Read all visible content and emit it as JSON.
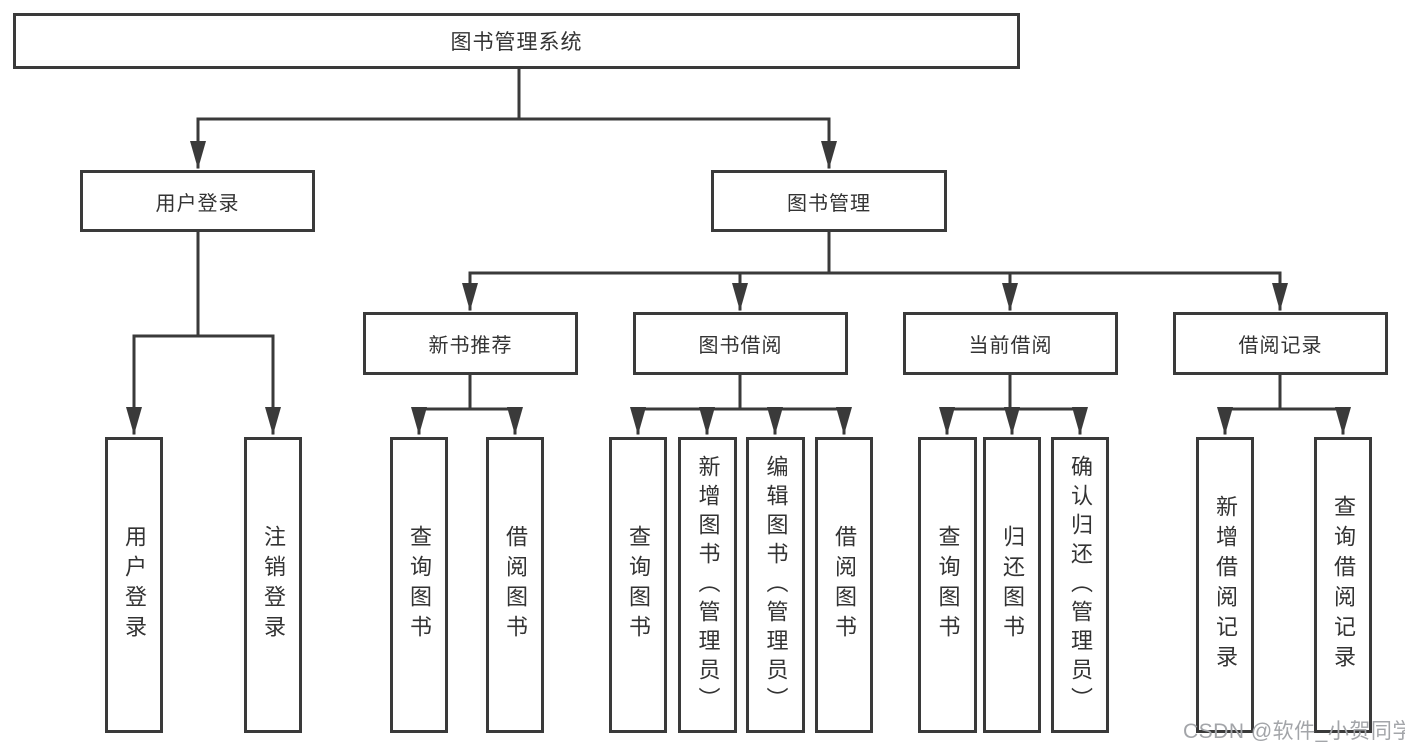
{
  "colors": {
    "background": "#ffffff",
    "box_bg": "#ffffff",
    "line": "#3a3a3a",
    "text": "#333333",
    "watermark": "#a3a5a9"
  },
  "tree": {
    "label": "图书管理系统",
    "children": [
      {
        "label": "用户登录",
        "children": [
          {
            "label": "用户登录"
          },
          {
            "label": "注销登录"
          }
        ]
      },
      {
        "label": "图书管理",
        "children": [
          {
            "label": "新书推荐",
            "children": [
              {
                "label": "查询图书"
              },
              {
                "label": "借阅图书"
              }
            ]
          },
          {
            "label": "图书借阅",
            "children": [
              {
                "label": "查询图书"
              },
              {
                "label": "新增图书（管理员）"
              },
              {
                "label": "编辑图书（管理员）"
              },
              {
                "label": "借阅图书"
              }
            ]
          },
          {
            "label": "当前借阅",
            "children": [
              {
                "label": "查询图书"
              },
              {
                "label": "归还图书"
              },
              {
                "label": "确认归还（管理员）"
              }
            ]
          },
          {
            "label": "借阅记录",
            "children": [
              {
                "label": "新增借阅记录"
              },
              {
                "label": "查询借阅记录"
              }
            ]
          }
        ]
      }
    ]
  },
  "watermark": {
    "text": "CSDN @软件_小贺同学"
  }
}
